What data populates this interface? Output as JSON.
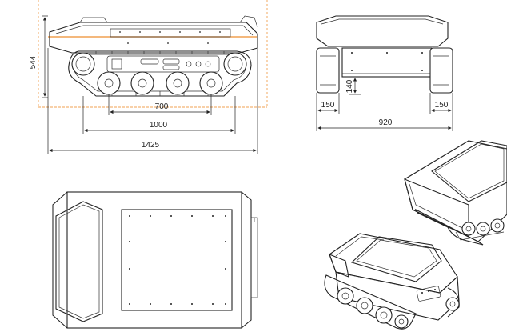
{
  "side_view": {
    "dims": {
      "height": "544",
      "wheelbase": "700",
      "track_length": "1000",
      "overall_length": "1425"
    }
  },
  "front_view": {
    "dims": {
      "clearance": "140",
      "track_left": "150",
      "track_right": "150",
      "overall_width": "920"
    }
  },
  "colors": {
    "line": "#222222",
    "guide": "#f0a050",
    "background": "#ffffff"
  }
}
